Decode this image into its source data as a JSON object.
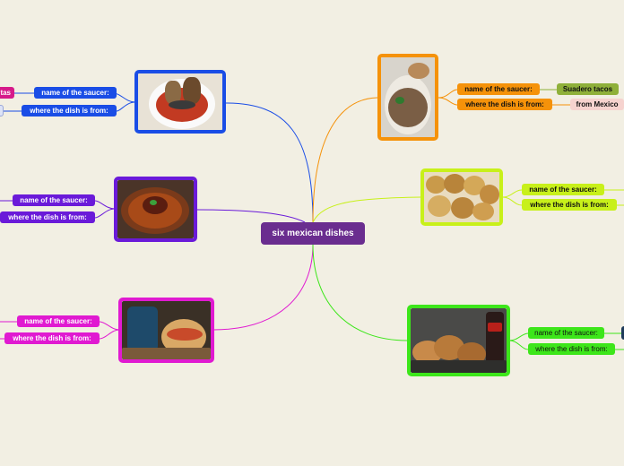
{
  "central_topic": "six mexican dishes",
  "labels": {
    "name": "name of the saucer:",
    "origin": "where the dish is from:"
  },
  "branches": [
    {
      "id": "blue",
      "color": "#1a4de6",
      "name_value": "tas",
      "origin_value": ""
    },
    {
      "id": "violet",
      "color": "#6a1ad9",
      "name_value": "",
      "origin_value": ""
    },
    {
      "id": "pink",
      "color": "#e01ad1",
      "name_value": "",
      "origin_value": ""
    },
    {
      "id": "orange",
      "color": "#f5920a",
      "name_value": "Suadero tacos",
      "origin_value": "from Mexico"
    },
    {
      "id": "lime",
      "color": "#c8f01a",
      "name_value": "",
      "origin_value": ""
    },
    {
      "id": "green",
      "color": "#3de61a",
      "name_value": "",
      "origin_value": ""
    }
  ],
  "colors": {
    "background": "#f2efe3",
    "central": "#6a2d8f",
    "orange_value_bg": "#8fb03a",
    "orange_origin_bg": "#f6d3cf",
    "blue_value_bg": "#d61a8a"
  }
}
